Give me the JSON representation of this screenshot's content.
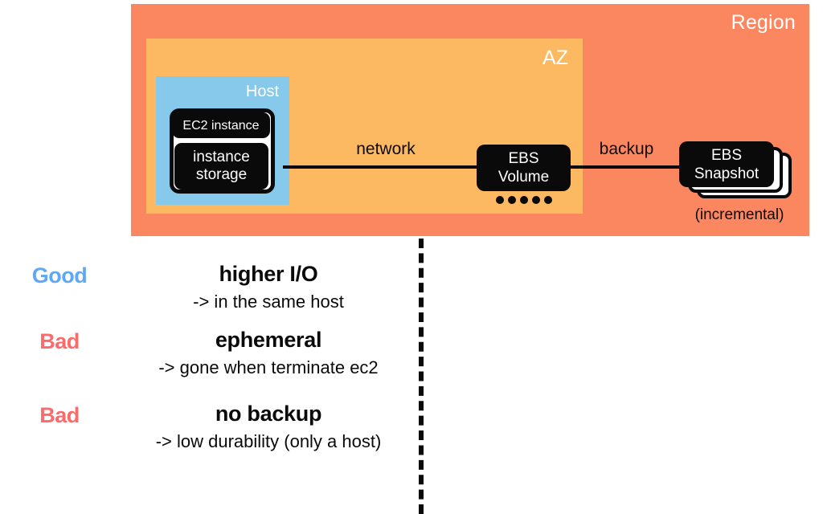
{
  "colors": {
    "region_fill": "#FB8761",
    "az_fill": "#FCB962",
    "host_fill": "#86C9EA",
    "box_fill": "#0A0A0A",
    "good": "#5FA8F5",
    "bad": "#FB6B6B",
    "background": "#FFFFFF"
  },
  "diagram": {
    "region": {
      "label": "Region"
    },
    "az": {
      "label": "AZ"
    },
    "host": {
      "label": "Host"
    },
    "nodes": {
      "ec2_instance": {
        "label": "EC2 instance"
      },
      "instance_storage": {
        "line1": "instance",
        "line2": "storage"
      },
      "ebs_volume": {
        "line1": "EBS",
        "line2": "Volume",
        "dot_count": 5
      },
      "ebs_snapshot": {
        "line1": "EBS",
        "line2": "Snapshot",
        "caption": "(incremental)",
        "stack_count": 3
      }
    },
    "connectors": {
      "network": {
        "label": "network"
      },
      "backup": {
        "label": "backup"
      }
    }
  },
  "notes": {
    "rows": [
      {
        "verdict": "Good",
        "verdict_kind": "good",
        "title": "higher I/O",
        "detail": "-> in the same host"
      },
      {
        "verdict": "Bad",
        "verdict_kind": "bad",
        "title": "ephemeral",
        "detail": "-> gone when terminate ec2"
      },
      {
        "verdict": "Bad",
        "verdict_kind": "bad",
        "title": "no backup",
        "detail": "-> low durability (only a host)"
      }
    ]
  }
}
